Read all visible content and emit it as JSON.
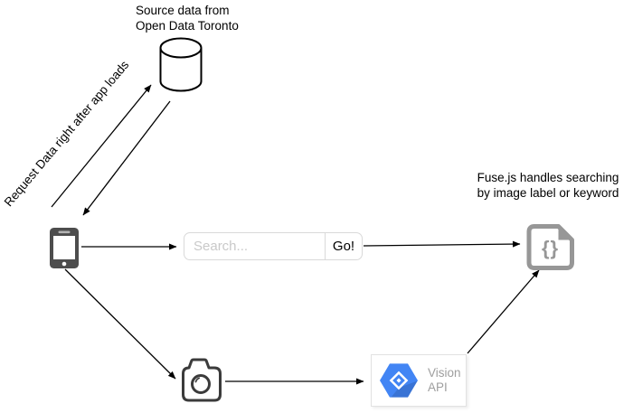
{
  "labels": {
    "source": {
      "line1": "Source data from",
      "line2": "Open Data Toronto"
    },
    "request": "Request Data right after app loads",
    "fuse": {
      "line1": "Fuse.js handles searching",
      "line2": "by image label or keyword"
    }
  },
  "search_box": {
    "placeholder": "Search...",
    "go": "Go!"
  },
  "vision_box": {
    "name_line1": "Vision",
    "name_line2": "API"
  },
  "json_icon": {
    "glyph": "{}"
  },
  "colors": {
    "arrow": "#000000",
    "db_outline": "#000000",
    "phone_dark": "#4d4d4d",
    "camera_dark": "#3b3b3b",
    "json_gray": "#979797",
    "search_border": "#d9d9d9",
    "placeholder_gray": "#c9c9c9",
    "vision_text_gray": "#9e9e9e",
    "vision_blue": "#4285f4"
  }
}
